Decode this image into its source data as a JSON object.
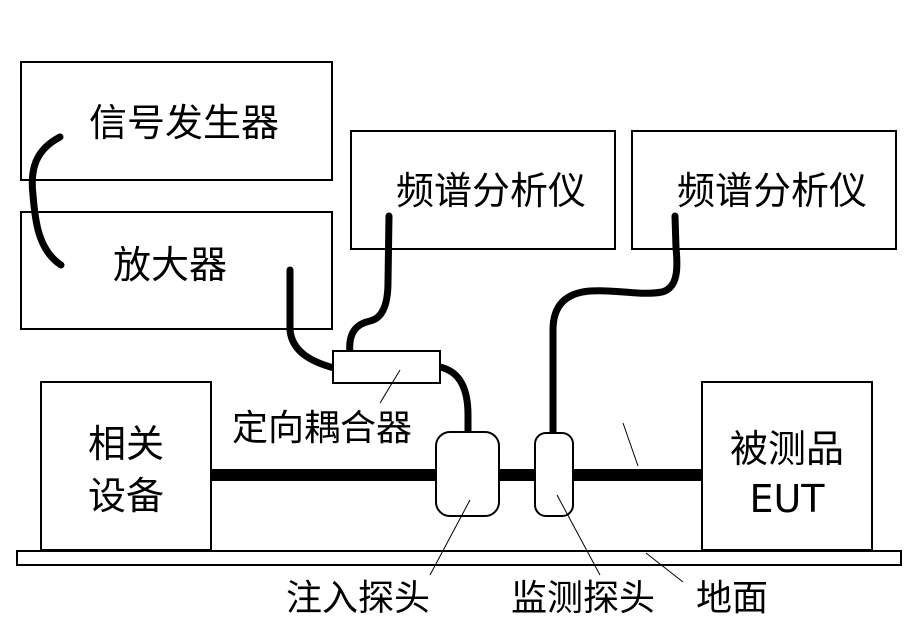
{
  "labels": {
    "signal_generator": "信号发生器",
    "amplifier": "放大器",
    "spectrum_analyzer_left": "频谱分析仪",
    "spectrum_analyzer_right": "频谱分析仪",
    "directional_coupler": "定向耦合器",
    "related_equipment_line1": "相关",
    "related_equipment_line2": "设备",
    "eut_line1": "被测品",
    "eut_line2": "EUT",
    "injection_probe": "注入探头",
    "monitoring_probe": "监测探头",
    "ground": "地面"
  }
}
